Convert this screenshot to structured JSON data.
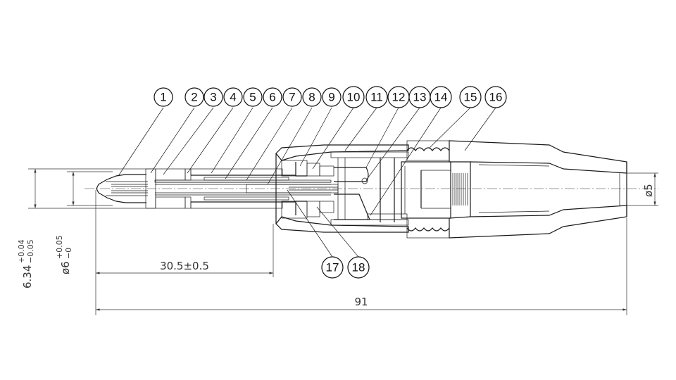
{
  "callouts": [
    "1",
    "2",
    "3",
    "4",
    "5",
    "6",
    "7",
    "8",
    "9",
    "10",
    "11",
    "12",
    "13",
    "14",
    "15",
    "16",
    "17",
    "18"
  ],
  "dimensions": {
    "length_partial": "30.5±0.5",
    "length_total": "91",
    "tip_diameter_prefix": "6.34",
    "tip_diameter_upper": "+0.04",
    "tip_diameter_lower": "−0.05",
    "sleeve_diameter_prefix": "ø6",
    "sleeve_diameter_upper": "+0.05",
    "sleeve_diameter_lower": "−0",
    "cable_diameter": "ø5"
  }
}
